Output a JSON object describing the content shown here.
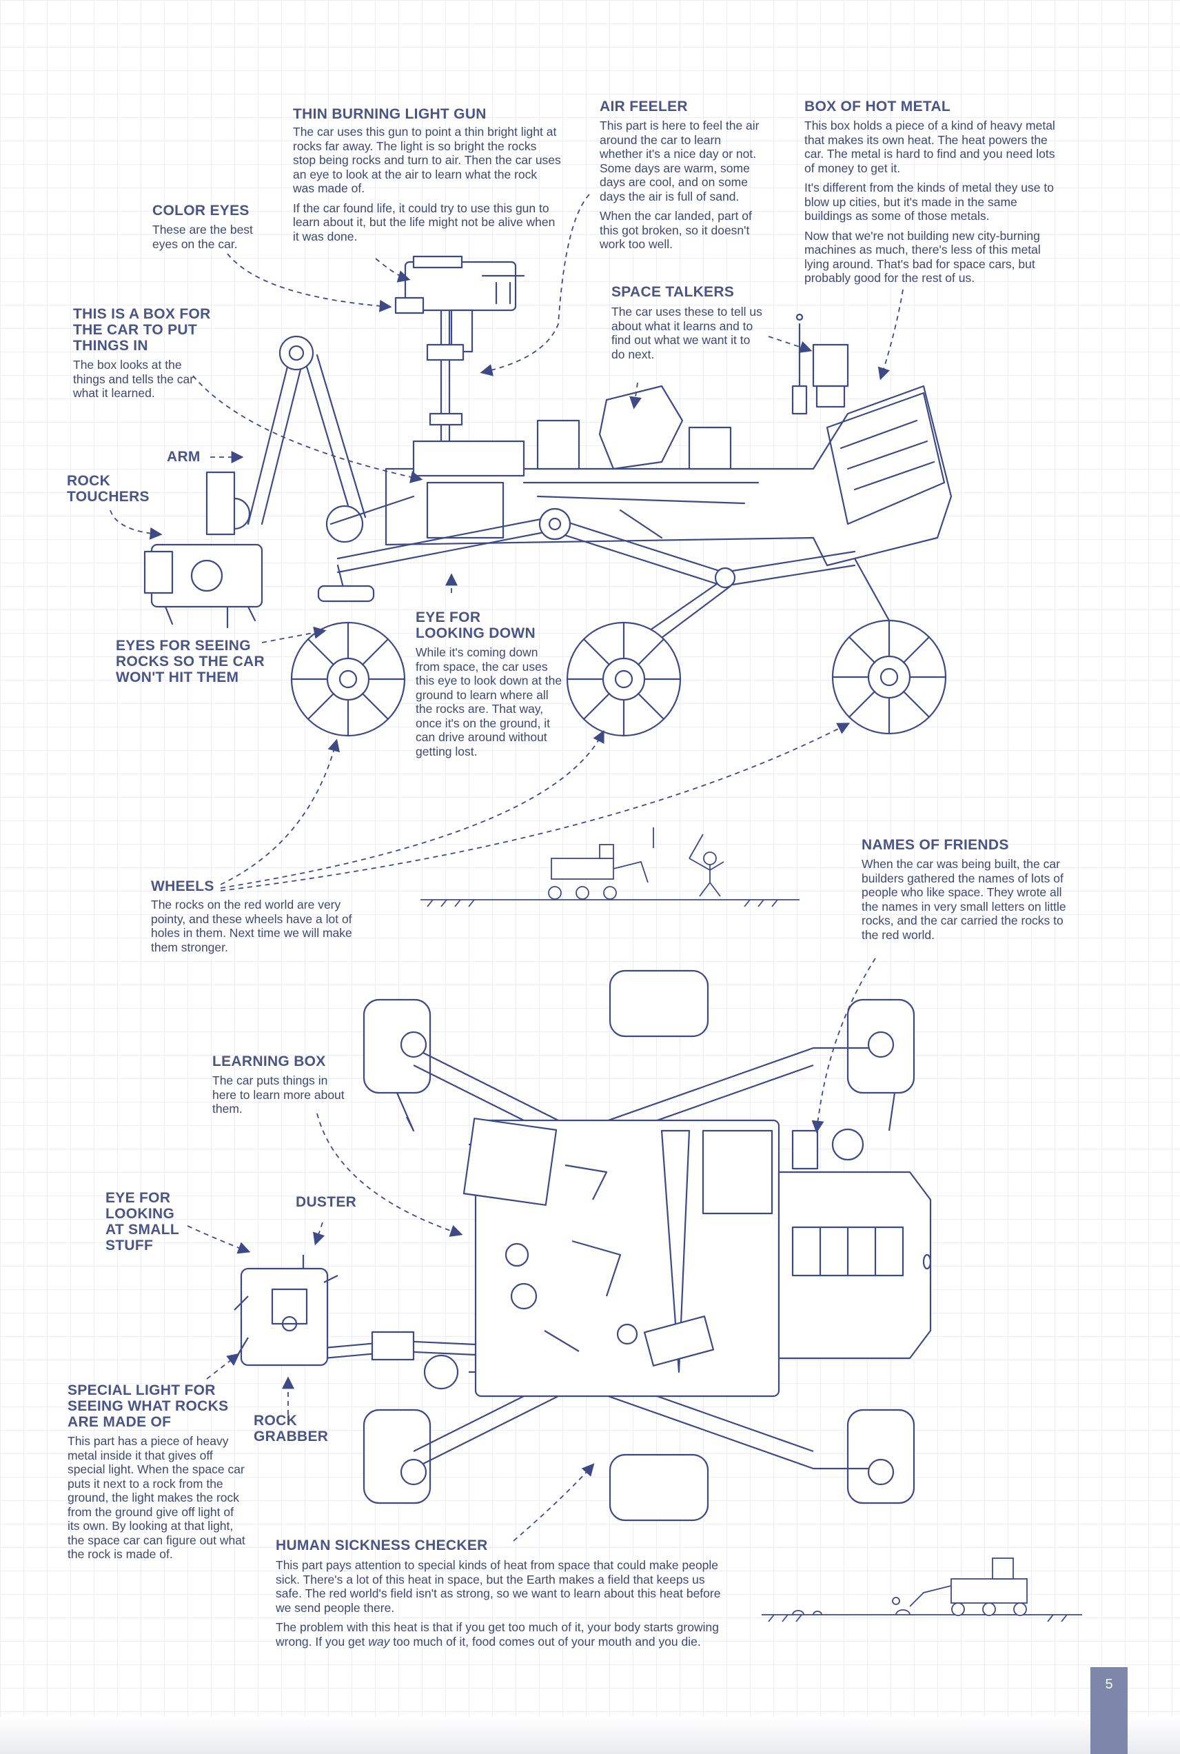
{
  "labels": {
    "thin_gun": {
      "title": "THIN BURNING LIGHT GUN",
      "p1": "The car uses this gun to point a thin bright light at rocks far away. The light is so bright the rocks stop being rocks and turn to air. Then the car uses an eye to look at the air to learn what the rock was made of.",
      "p2": "If the car found life, it could try to use this gun to learn about it, but the life might not be alive when it was done."
    },
    "air_feeler": {
      "title": "AIR FEELER",
      "p1": "This part is here to feel the air around the car to learn whether it's a nice day or not. Some days are warm, some days are cool, and on some days the air is full of sand.",
      "p2": "When the car landed, part of this got broken, so it doesn't work too well."
    },
    "hot_metal": {
      "title": "BOX OF HOT METAL",
      "p1": "This box holds a piece of a kind of heavy metal that makes its own heat. The heat powers the car. The metal is hard to find and you need lots of money to get it.",
      "p2": "It's different from the kinds of metal they use to blow up cities, but it's made in the same buildings as some of those metals.",
      "p3": "Now that we're not building new city-burning machines as much, there's less of this metal lying around. That's bad for space cars, but probably good for the rest of us."
    },
    "color_eyes": {
      "title": "COLOR EYES",
      "p1": "These are the best eyes on the car."
    },
    "space_talkers": {
      "title": "SPACE TALKERS",
      "p1": "The car uses these to tell us about what it learns and to find out what we want it to do next."
    },
    "box_things": {
      "title": "THIS IS A BOX FOR THE CAR TO PUT THINGS IN",
      "p1": "The box looks at the things and tells the car what it learned."
    },
    "arm": {
      "title": "ARM"
    },
    "rock_touchers": {
      "title": "ROCK TOUCHERS"
    },
    "eyes_seeing": {
      "title": "EYES FOR SEEING ROCKS SO THE CAR WON'T HIT THEM"
    },
    "eye_down": {
      "title": "EYE FOR LOOKING DOWN",
      "p1": "While it's coming down from space, the car uses this eye to look down at the ground to learn where all the rocks are. That way, once it's on the ground, it can drive around without getting lost."
    },
    "wheels": {
      "title": "WHEELS",
      "p1": "The rocks on the red world are very pointy, and these wheels have a lot of holes in them. Next time we will make them stronger."
    },
    "friends": {
      "title": "NAMES OF FRIENDS",
      "p1": "When the car was being built, the car builders gathered the names of lots of people who like space. They wrote all the names in very small letters on little rocks, and the car carried the rocks to the red world."
    },
    "learning_box": {
      "title": "LEARNING BOX",
      "p1": "The car puts things in here to learn more about them."
    },
    "eye_small": {
      "title": "EYE FOR LOOKING AT SMALL STUFF"
    },
    "duster": {
      "title": "DUSTER"
    },
    "special_light": {
      "title": "SPECIAL LIGHT FOR SEEING WHAT ROCKS ARE MADE OF",
      "p1": "This part has a piece of heavy metal inside it that gives off special light. When the space car puts it next to a rock from the ground, the light makes the rock from the ground give off light of its own. By looking at that light, the space car can figure out what the rock is made of."
    },
    "rock_grabber": {
      "title": "ROCK GRABBER"
    },
    "sickness": {
      "title": "HUMAN SICKNESS CHECKER",
      "p1": "This part pays attention to special kinds of heat from space that could make people sick. There's a lot of this heat in space, but the Earth makes a field that keeps us safe. The red world's field isn't as strong, so we want to learn about this heat before we send people there.",
      "p2_a": "The problem with this heat is that if you get too much of it, your body starts growing wrong. If you get ",
      "p2_em": "way",
      "p2_b": " too much of it, food comes out of your mouth and you die."
    }
  },
  "page_number": "5",
  "colors": {
    "ink": "#4a5585",
    "line": "#3d4a86",
    "tab": "#7c87aa"
  }
}
